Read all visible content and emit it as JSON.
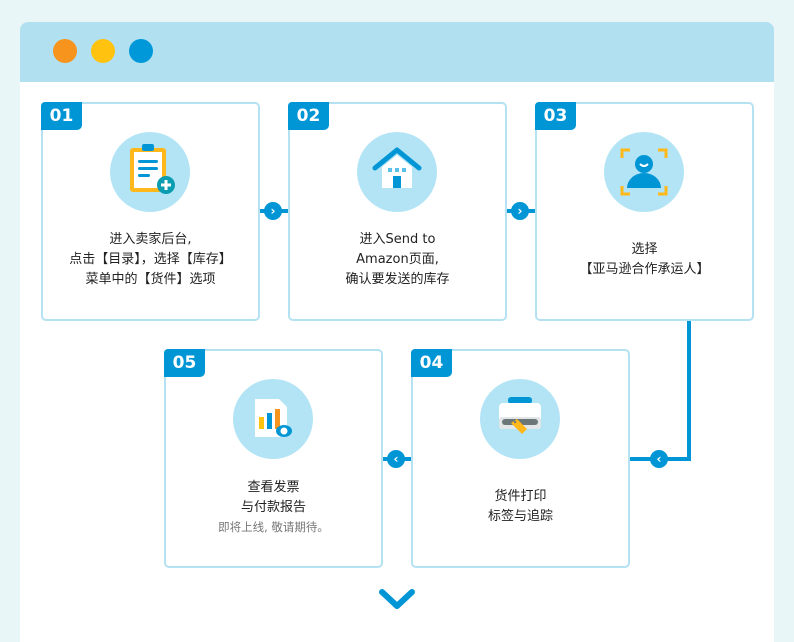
{
  "window": {
    "dots": [
      {
        "name": "orange",
        "color": "#f7941d"
      },
      {
        "name": "yellow",
        "color": "#ffc20e"
      },
      {
        "name": "blue",
        "color": "#0098d8"
      }
    ]
  },
  "steps": [
    {
      "num": "01",
      "lines": [
        "进入卖家后台,",
        "点击【目录】，选择【库存】",
        "菜单中的【货件】选项"
      ],
      "icon": "clipboard-add-icon"
    },
    {
      "num": "02",
      "lines": [
        "进入Send to",
        "Amazon页面,",
        "确认要发送的库存"
      ],
      "icon": "house-icon"
    },
    {
      "num": "03",
      "lines": [
        "选择",
        "【亚马逊合作承运人】"
      ],
      "icon": "user-scan-icon"
    },
    {
      "num": "04",
      "lines": [
        "货件打印",
        "标签与追踪"
      ],
      "icon": "printer-label-icon"
    },
    {
      "num": "05",
      "lines": [
        "查看发票",
        "与付款报告"
      ],
      "note": "即将上线, 敬请期待。",
      "icon": "report-view-icon"
    }
  ],
  "colors": {
    "accent": "#0096d6",
    "border": "#b5e2f2",
    "icon_bg": "#b3e4f5",
    "titlebar": "#b1e1f1"
  }
}
